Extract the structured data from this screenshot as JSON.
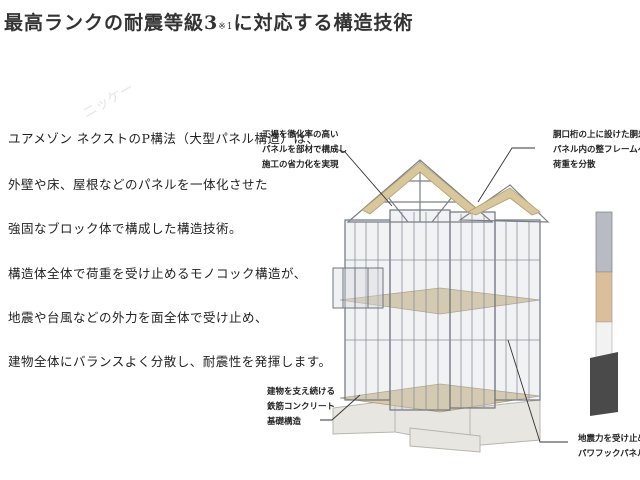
{
  "title": {
    "main": "最高ランクの耐震等級3",
    "note": "※1",
    "suffix": "に対応する構造技術"
  },
  "body_lines": [
    "ユアメゾン ネクストのP構法（大型パネル構造）は、",
    "外壁や床、屋根などのパネルを一体化させた",
    "強固なブロック体で構成した構造技術。",
    "構造体全体で荷重を受け止めるモノコック構造が、",
    "地震や台風などの外力を面全体で受け止め、",
    "建物全体にバランスよく分散し、耐震性を発揮します。"
  ],
  "callouts": {
    "top_left": [
      "工場を徹化率の高い",
      "パネルを部材で構成し",
      "施工の省力化を実現"
    ],
    "top_right": [
      "胴口桁の上に設けた胴差が",
      "パネル内の整フレームへ",
      "荷重を分散"
    ],
    "bottom_left": [
      "建物を支え続ける",
      "鉄筋コンクリート",
      "基礎構造"
    ],
    "bottom_right": [
      "地震力を受け止める",
      "パワフックパネル"
    ]
  },
  "watermark": "ニッケー"
}
